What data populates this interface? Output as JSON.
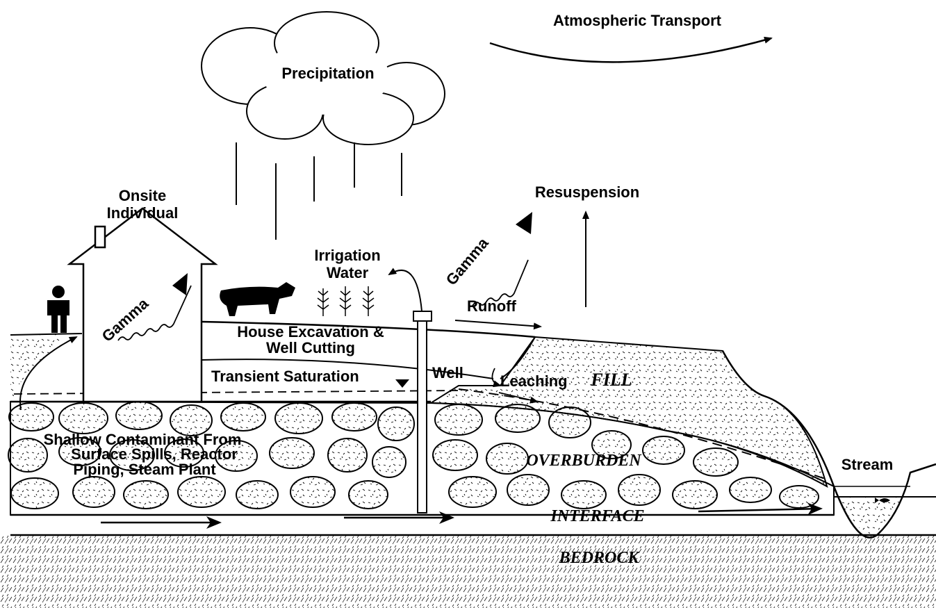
{
  "labels": {
    "atmospheric_transport": "Atmospheric Transport",
    "precipitation": "Precipitation",
    "resuspension": "Resuspension",
    "onsite_individual_1": "Onsite",
    "onsite_individual_2": "Individual",
    "irrigation_water_1": "Irrigation",
    "irrigation_water_2": "Water",
    "gamma": "Gamma",
    "runoff": "Runoff",
    "house_excavation_1": "House Excavation &",
    "house_excavation_2": "Well Cutting",
    "transient_saturation": "Transient Saturation",
    "well": "Well",
    "leaching": "Leaching",
    "fill": "FILL",
    "shallow_contaminant_1": "Shallow Contaminant From",
    "shallow_contaminant_2": "Surface Spills, Reactor",
    "shallow_contaminant_3": "Piping, Steam Plant",
    "overburden": "OVERBURDEN",
    "stream": "Stream",
    "interface": "INTERFACE",
    "bedrock": "BEDROCK"
  }
}
